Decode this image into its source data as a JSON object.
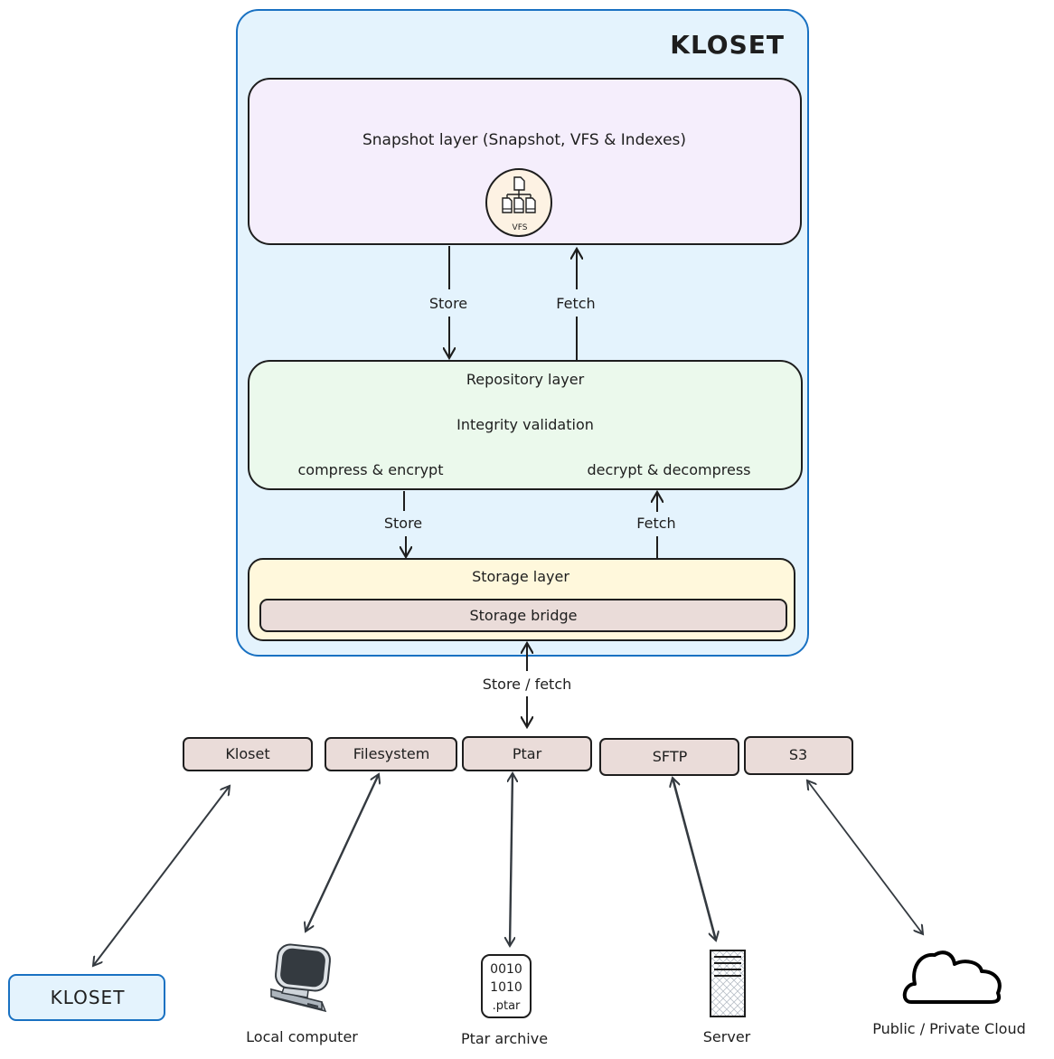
{
  "kloset": {
    "title": "KLOSET",
    "snapshot_layer": {
      "label": "Snapshot layer (Snapshot, VFS & Indexes)",
      "vfs_icon_label": "VFS"
    },
    "snapshot_repo_links": {
      "store_label": "Store",
      "fetch_label": "Fetch"
    },
    "repository_layer": {
      "label": "Repository layer",
      "integrity": "Integrity validation",
      "store_op": "compress & encrypt",
      "fetch_op": "decrypt & decompress"
    },
    "repo_storage_links": {
      "store_label": "Store",
      "fetch_label": "Fetch"
    },
    "storage_layer": {
      "label": "Storage layer",
      "bridge_label": "Storage bridge"
    }
  },
  "bridge_link_label": "Store / fetch",
  "adapters": [
    {
      "label": "Kloset"
    },
    {
      "label": "Filesystem"
    },
    {
      "label": "Ptar"
    },
    {
      "label": "SFTP"
    },
    {
      "label": "S3"
    }
  ],
  "endpoints": [
    {
      "label": "KLOSET",
      "icon": "kloset-box"
    },
    {
      "label": "Local computer",
      "icon": "computer-icon"
    },
    {
      "label": "Ptar archive",
      "icon": "ptar-file-icon",
      "file_lines": [
        "0010",
        "1010",
        ".ptar"
      ]
    },
    {
      "label": "Server",
      "icon": "server-icon"
    },
    {
      "label": "Public / Private Cloud",
      "icon": "cloud-icon"
    }
  ],
  "colors": {
    "kloset_fill": "#e4f3fd",
    "kloset_stroke": "#1971c2",
    "snapshot_fill": "#f5eefc",
    "repository_fill": "#ebf9ec",
    "storage_fill": "#fff8dc",
    "bridge_fill": "#eadcd9",
    "vfs_fill": "#fdf2e3",
    "stroke": "#1e1e1e",
    "arrow": "#343a40"
  }
}
